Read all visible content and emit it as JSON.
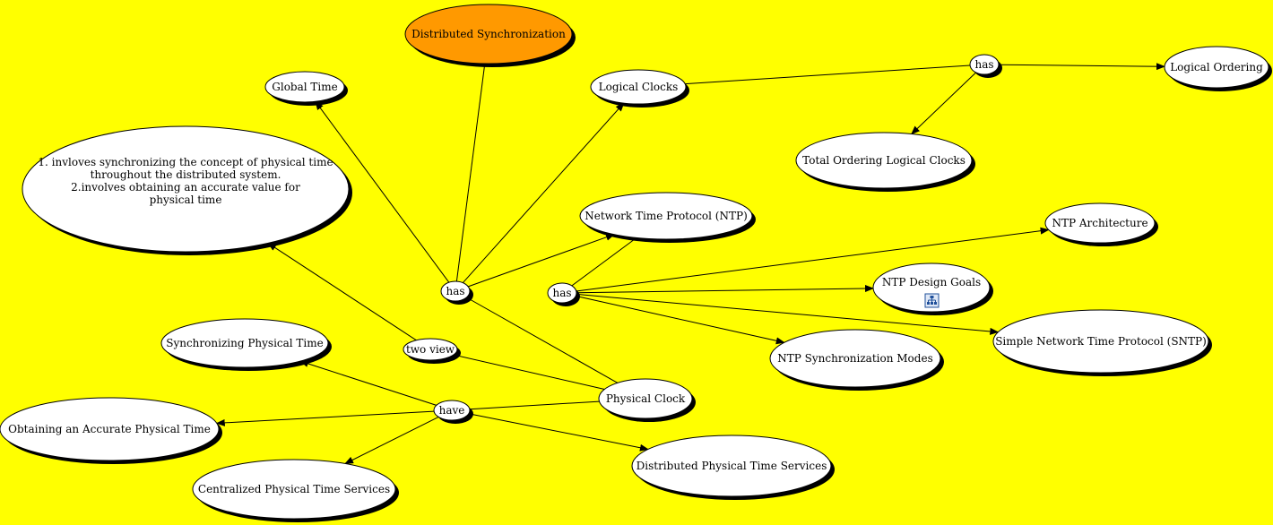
{
  "colors": {
    "background": "#ffff00",
    "node_fill": "#ffffff",
    "root_fill": "#ff9900",
    "root_text": "#2e7d32",
    "line": "#000000"
  },
  "nodes": [
    {
      "id": "root",
      "label": "Distributed Synchronization",
      "style": "root"
    },
    {
      "id": "global",
      "label": "Global Time"
    },
    {
      "id": "desc",
      "lines": [
        "1. invloves synchronizing the concept of physical time",
        "throughout the distributed system.",
        "2.involves obtaining an accurate value for",
        "physical time"
      ]
    },
    {
      "id": "logical",
      "label": "Logical Clocks"
    },
    {
      "id": "logord",
      "label": "Logical Ordering"
    },
    {
      "id": "totord",
      "label": "Total Ordering Logical Clocks"
    },
    {
      "id": "ntp",
      "label": "Network Time Protocol (NTP)"
    },
    {
      "id": "ntparch",
      "label": "NTP Architecture"
    },
    {
      "id": "ntpgoals",
      "label": "NTP Design Goals",
      "icon": "concept-map-icon"
    },
    {
      "id": "sntp",
      "label": "Simple Network Time Protocol (SNTP)"
    },
    {
      "id": "ntpmodes",
      "label": "NTP Synchronization Modes"
    },
    {
      "id": "physclock",
      "label": "Physical Clock"
    },
    {
      "id": "syncphys",
      "label": "Synchronizing Physical Time"
    },
    {
      "id": "accurate",
      "label": "Obtaining an Accurate Physical Time"
    },
    {
      "id": "central",
      "label": "Centralized Physical Time Services"
    },
    {
      "id": "distphys",
      "label": "Distributed Physical Time Services"
    }
  ],
  "links": [
    {
      "id": "has1",
      "label": "has"
    },
    {
      "id": "has2",
      "label": "has"
    },
    {
      "id": "has3",
      "label": "has"
    },
    {
      "id": "twoview",
      "label": "two view"
    },
    {
      "id": "have",
      "label": "have"
    }
  ],
  "edges": [
    {
      "from": "root",
      "to": "has1",
      "arrow": false
    },
    {
      "from": "has1",
      "to": "global",
      "arrow": true
    },
    {
      "from": "has1",
      "to": "logical",
      "arrow": true
    },
    {
      "from": "has1",
      "to": "ntp",
      "arrow": true
    },
    {
      "from": "has1",
      "to": "physclock",
      "arrow": false
    },
    {
      "from": "logical",
      "to": "has3",
      "arrow": false
    },
    {
      "from": "has3",
      "to": "logord",
      "arrow": true
    },
    {
      "from": "has3",
      "to": "totord",
      "arrow": true
    },
    {
      "from": "ntp",
      "to": "has2",
      "arrow": false
    },
    {
      "from": "has2",
      "to": "ntparch",
      "arrow": true
    },
    {
      "from": "has2",
      "to": "ntpgoals",
      "arrow": true
    },
    {
      "from": "has2",
      "to": "sntp",
      "arrow": true
    },
    {
      "from": "has2",
      "to": "ntpmodes",
      "arrow": true
    },
    {
      "from": "physclock",
      "to": "twoview",
      "arrow": false
    },
    {
      "from": "twoview",
      "to": "desc",
      "arrow": true
    },
    {
      "from": "physclock",
      "to": "have",
      "arrow": false
    },
    {
      "from": "have",
      "to": "syncphys",
      "arrow": true
    },
    {
      "from": "have",
      "to": "accurate",
      "arrow": true
    },
    {
      "from": "have",
      "to": "central",
      "arrow": true
    },
    {
      "from": "have",
      "to": "distphys",
      "arrow": true
    }
  ]
}
